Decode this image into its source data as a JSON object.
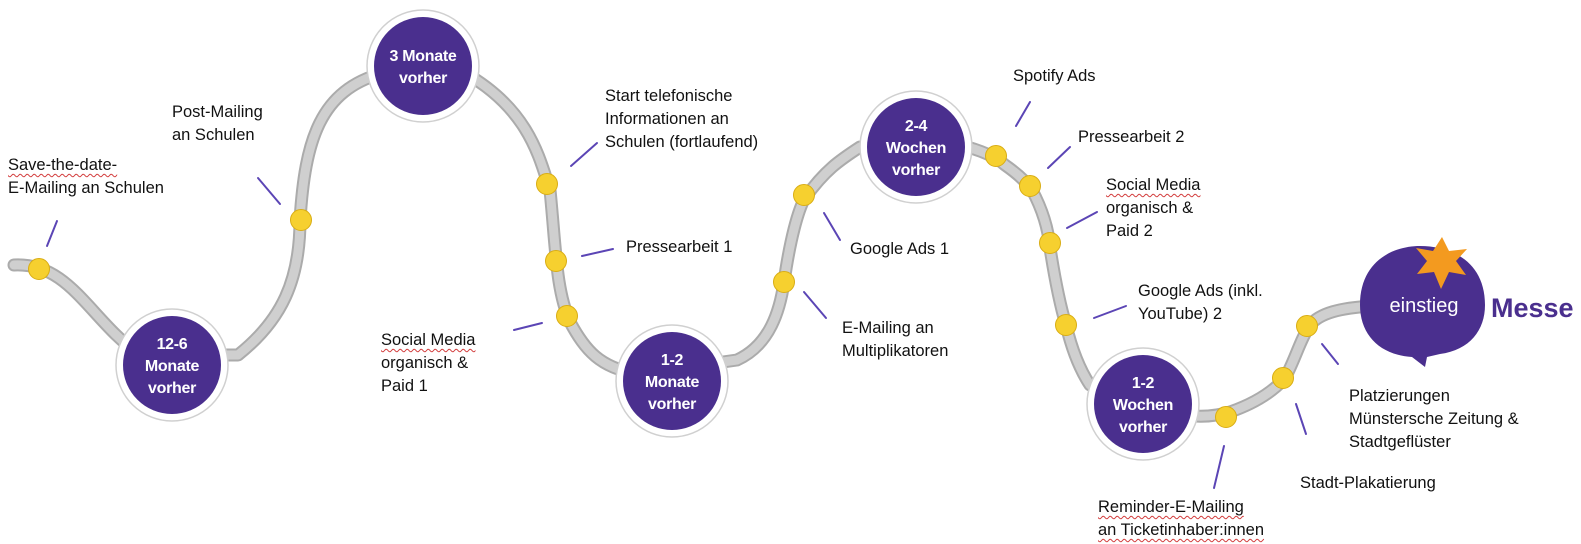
{
  "colors": {
    "road": "#cfcfcf",
    "road_edge": "#ababab",
    "phase_fill": "#4a2f8e",
    "phase_ring": "#ffffff",
    "milestone_dot": "#f6d02f",
    "milestone_dot_edge": "#d9ad13",
    "connector": "#5b45b5",
    "star": "#f39a1f",
    "logo_text": "#ffffff",
    "messe_text": "#4a2f8e"
  },
  "phases": [
    {
      "id": "12-6",
      "lines": [
        "12-6",
        "Monate",
        "vorher"
      ]
    },
    {
      "id": "3m",
      "lines": [
        "3 Monate",
        "vorher"
      ]
    },
    {
      "id": "1-2m",
      "lines": [
        "1-2",
        "Monate",
        "vorher"
      ]
    },
    {
      "id": "2-4w",
      "lines": [
        "2-4",
        "Wochen",
        "vorher"
      ]
    },
    {
      "id": "1-2w",
      "lines": [
        "1-2",
        "Wochen",
        "vorher"
      ]
    }
  ],
  "milestones": [
    {
      "lines": [
        "Save-the-date-",
        "E-Mailing an Schulen"
      ]
    },
    {
      "lines": [
        "Post-Mailing",
        "an Schulen"
      ]
    },
    {
      "lines": [
        "Start telefonische",
        "Informationen an",
        "Schulen (fortlaufend)"
      ]
    },
    {
      "lines": [
        "Pressearbeit 1"
      ]
    },
    {
      "lines": [
        "Social Media",
        "organisch &",
        "Paid 1"
      ]
    },
    {
      "lines": [
        "Google Ads 1"
      ]
    },
    {
      "lines": [
        "E-Mailing an",
        "Multiplikatoren"
      ]
    },
    {
      "lines": [
        "Spotify Ads"
      ]
    },
    {
      "lines": [
        "Pressearbeit 2"
      ]
    },
    {
      "lines": [
        "Social Media",
        "organisch &",
        "Paid 2"
      ]
    },
    {
      "lines": [
        "Google Ads (inkl.",
        "YouTube) 2"
      ]
    },
    {
      "lines": [
        "Reminder-E-Mailing",
        "an Ticketinhaber:innen"
      ]
    },
    {
      "lines": [
        "Stadt-Plakatierung"
      ]
    },
    {
      "lines": [
        "Platzierungen",
        "Münstersche Zeitung &",
        "Stadtgeflüster"
      ]
    }
  ],
  "logo": {
    "wordmark": "einstieg",
    "label": "Messe"
  }
}
